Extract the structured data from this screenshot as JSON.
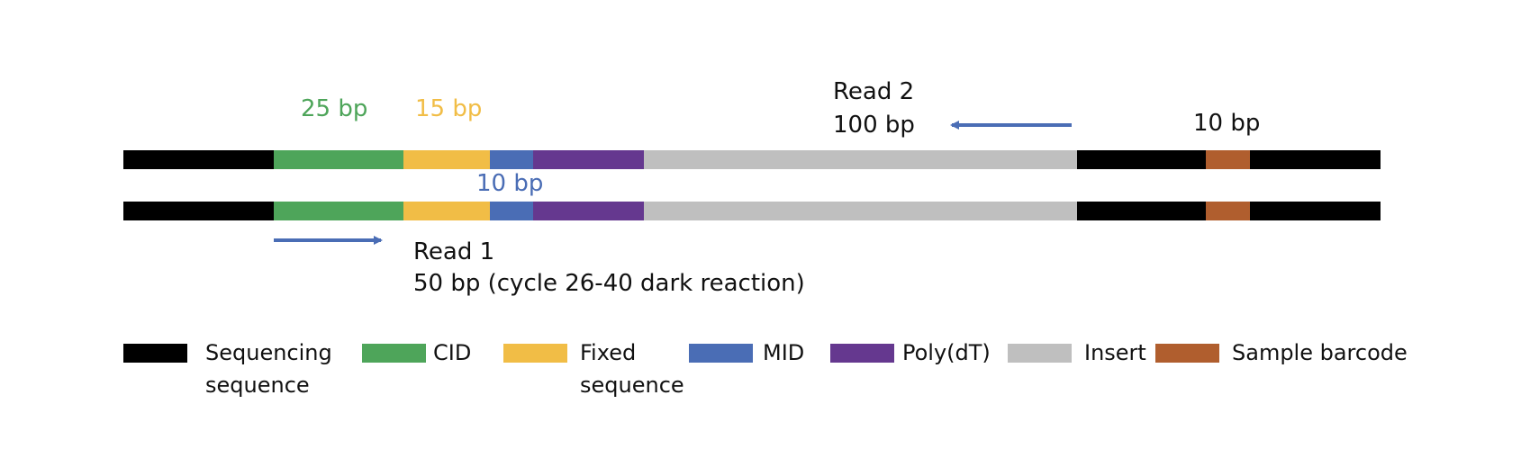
{
  "colors": {
    "sequencing": "#000000",
    "cid": "#4ea55a",
    "fixed": "#f1bd46",
    "mid": "#4a6db5",
    "polydt": "#65388f",
    "insert": "#bfbfbf",
    "sample_barcode": "#b05e2e",
    "arrow": "#4a6db5",
    "text": "#111111"
  },
  "labels": {
    "cid_length": "25 bp",
    "fixed_length": "15 bp",
    "mid_length": "10 bp",
    "barcode_length": "10 bp",
    "read2_title": "Read 2",
    "read2_length": "100 bp",
    "read1_title": "Read 1",
    "read1_length": "50 bp  (cycle 26-40 dark reaction)"
  },
  "segments": [
    {
      "name": "sequencing",
      "color": "#000000"
    },
    {
      "name": "cid",
      "color": "#4ea55a"
    },
    {
      "name": "fixed",
      "color": "#f1bd46"
    },
    {
      "name": "mid",
      "color": "#4a6db5"
    },
    {
      "name": "polydt",
      "color": "#65388f"
    },
    {
      "name": "insert",
      "color": "#bfbfbf"
    },
    {
      "name": "sequencing",
      "color": "#000000"
    },
    {
      "name": "sample-barcode",
      "color": "#b05e2e"
    },
    {
      "name": "sequencing",
      "color": "#000000"
    }
  ],
  "legend": {
    "sequencing_line1": "Sequencing",
    "sequencing_line2": "sequence",
    "cid": "CID",
    "fixed_line1": "Fixed",
    "fixed_line2": "sequence",
    "mid": "MID",
    "polydt": "Poly(dT)",
    "insert": "Insert",
    "sample_barcode": "Sample barcode"
  }
}
